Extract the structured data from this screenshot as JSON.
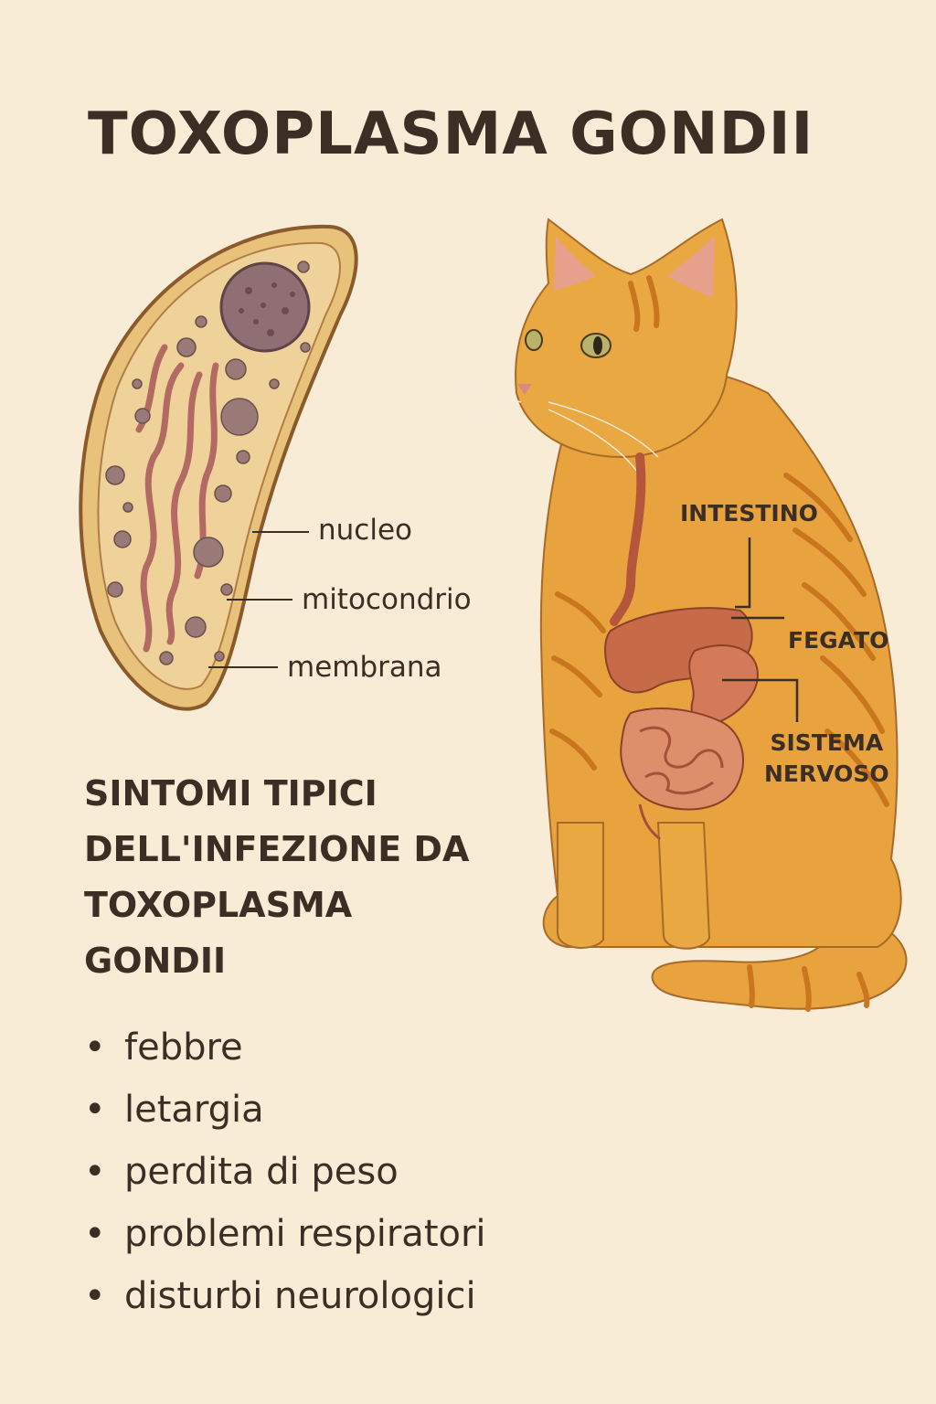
{
  "title": "TOXOPLASMA GONDII",
  "cell_labels": {
    "nucleus": "nucleo",
    "mitochondrion": "mitocondrio",
    "membrane": "membrana"
  },
  "organ_labels": {
    "intestine": "INTESTINO",
    "liver": "FEGATO",
    "nervous_system_line1": "SISTEMA",
    "nervous_system_line2": "NERVOSO"
  },
  "symptoms": {
    "title": "SINTOMI TIPICI DELL'INFEZIONE DA TOXOPLASMA GONDII",
    "bullet": "•",
    "items": [
      "febbre",
      "letargia",
      "perdita di peso",
      "problemi respiratori",
      "disturbi neurologici"
    ]
  },
  "colors": {
    "background": "#f8ecd6",
    "text": "#3a2e25",
    "cell_fill": "#e8c27a",
    "cell_outline": "#8a5a2b",
    "nucleus": "#8f6f73",
    "cat_fur": "#e8a23e",
    "cat_stripes": "#c9761f",
    "organs": "#c66a48"
  }
}
